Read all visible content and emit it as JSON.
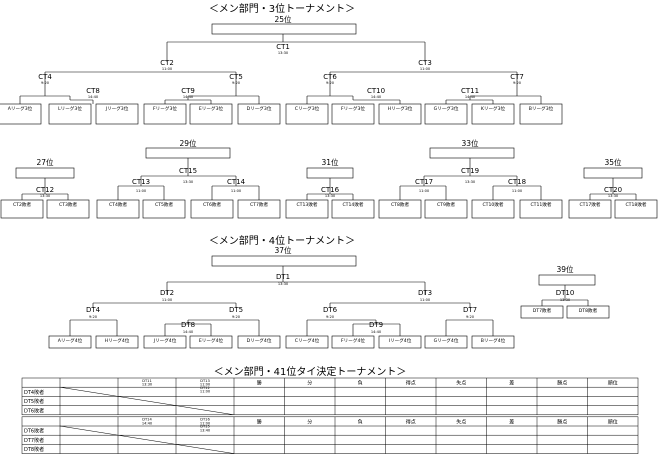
{
  "titles": {
    "top": "＜メン部門・3位トーナメント＞",
    "middle": "＜メン部門・4位トーナメント＞",
    "bottom": "＜メン部門・41位タイ決定トーナメント＞"
  },
  "ranks": {
    "r25": "25位",
    "r27": "27位",
    "r29": "29位",
    "r31": "31位",
    "r33": "33位",
    "r35": "35位",
    "r37": "37位",
    "r39": "39位"
  },
  "matches": {
    "CT1": {
      "code": "CT1",
      "time": "13:30"
    },
    "CT2": {
      "code": "CT2",
      "time": "11:00"
    },
    "CT3": {
      "code": "CT3",
      "time": "11:00"
    },
    "CT4": {
      "code": "CT4",
      "time": "9:20"
    },
    "CT5": {
      "code": "CT5",
      "time": "9:20"
    },
    "CT6": {
      "code": "CT6",
      "time": "9:20"
    },
    "CT7": {
      "code": "CT7",
      "time": "9:20"
    },
    "CT8": {
      "code": "CT8",
      "time": "14:40"
    },
    "CT9": {
      "code": "CT9",
      "time": "14:40"
    },
    "CT10": {
      "code": "CT10",
      "time": "14:40"
    },
    "CT11": {
      "code": "CT11",
      "time": "14:40"
    },
    "CT12": {
      "code": "CT12",
      "time": "13:30"
    },
    "CT13": {
      "code": "CT13",
      "time": "11:00"
    },
    "CT14": {
      "code": "CT14",
      "time": "11:00"
    },
    "CT15": {
      "code": "CT15",
      "time": "13:30"
    },
    "CT16": {
      "code": "CT16",
      "time": "13:30"
    },
    "CT17": {
      "code": "CT17",
      "time": "11:00"
    },
    "CT18": {
      "code": "CT18",
      "time": "11:00"
    },
    "CT19": {
      "code": "CT19",
      "time": "13:30"
    },
    "CT20": {
      "code": "CT20",
      "time": "13:30"
    },
    "DT1": {
      "code": "DT1",
      "time": "13:30"
    },
    "DT2": {
      "code": "DT2",
      "time": "11:00"
    },
    "DT3": {
      "code": "DT3",
      "time": "11:00"
    },
    "DT4": {
      "code": "DT4",
      "time": "9:20"
    },
    "DT5": {
      "code": "DT5",
      "time": "9:20"
    },
    "DT6": {
      "code": "DT6",
      "time": "9:20"
    },
    "DT7": {
      "code": "DT7",
      "time": "9:20"
    },
    "DT8": {
      "code": "DT8",
      "time": "14:40"
    },
    "DT9": {
      "code": "DT9",
      "time": "14:40"
    },
    "DT10": {
      "code": "DT10",
      "time": "13:30"
    }
  },
  "teams": {
    "top": [
      "Aリーグ3位",
      "Lリーグ3位",
      "Jリーグ3位",
      "Fリーグ3位",
      "Eリーグ3位",
      "Dリーグ3位",
      "Cリーグ3位",
      "Fリーグ3位",
      "Hリーグ3位",
      "Gリーグ3位",
      "Kリーグ3位",
      "Bリーグ3位"
    ],
    "mid": [
      "CT2敗者",
      "CT3敗者",
      "CT4敗者",
      "CT5敗者",
      "CT6敗者",
      "CT7敗者",
      "CT13敗者",
      "CT14敗者",
      "CT8敗者",
      "CT9敗者",
      "CT10敗者",
      "CT11敗者",
      "CT17敗者",
      "CT18敗者"
    ],
    "d": [
      "Aリーグ4位",
      "Hリーグ4位",
      "Jリーグ4位",
      "Eリーグ4位",
      "Dリーグ4位",
      "Cリーグ4位",
      "Fリーグ4位",
      "Iリーグ4位",
      "Gリーグ4位",
      "Bリーグ4位"
    ],
    "d39": [
      "DT7敗者",
      "DT8敗者"
    ]
  },
  "table": {
    "headers": [
      "勝",
      "分",
      "負",
      "得点",
      "失点",
      "差",
      "勝点",
      "順位"
    ],
    "group1": {
      "rows": [
        "DT4敗者",
        "DT5敗者",
        "DT6敗者"
      ],
      "cells": [
        {
          "code": "DT11",
          "time": "13:30"
        },
        {
          "code": "DT13",
          "time": "11:00"
        },
        {
          "code": "DT12",
          "time": "11:00"
        },
        {
          "code": "",
          "time": ""
        }
      ]
    },
    "group2": {
      "rows": [
        "DT6敗者",
        "DT7敗者",
        "DT8敗者"
      ],
      "cells": [
        {
          "code": "DT14",
          "time": "14:40"
        },
        {
          "code": "DT16",
          "time": "11:00"
        },
        {
          "code": "DT15",
          "time": "13:40"
        },
        {
          "code": "",
          "time": ""
        }
      ]
    }
  }
}
